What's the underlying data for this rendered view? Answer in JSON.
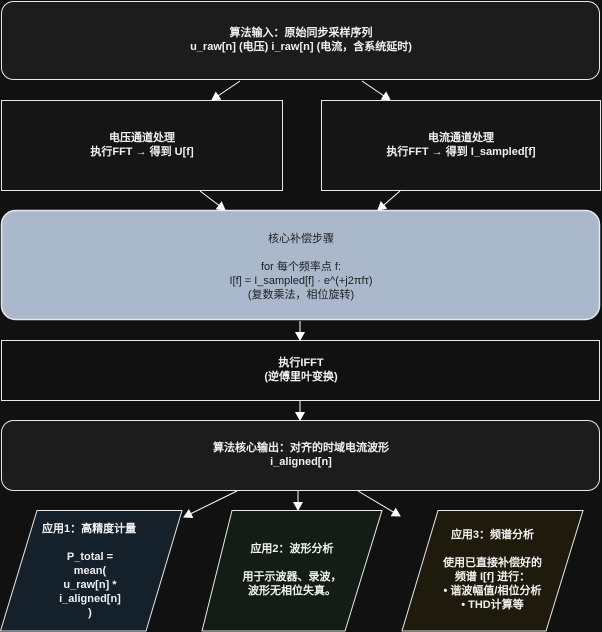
{
  "nodes": {
    "input": {
      "line1": "算法输入：原始同步采样序列",
      "line2": "u_raw[n] (电压) i_raw[n] (电流，含系统延时)"
    },
    "voltage": {
      "line1": "电压通道处理",
      "line2": "执行FFT → 得到 U[f]"
    },
    "current": {
      "line1": "电流通道处理",
      "line2": "执行FFT → 得到 I_sampled[f]"
    },
    "core": {
      "title": "核心补偿步骤",
      "line1": "for 每个频率点 f:",
      "line2": "I[f] = I_sampled[f] · e^(+j2πfτ)",
      "line3": "(复数乘法，相位旋转)"
    },
    "ifft": {
      "line1": "执行IFFT",
      "line2": "(逆傅里叶变换)"
    },
    "output": {
      "line1": "算法核心输出：对齐的时域电流波形",
      "line2": "i_aligned[n]"
    },
    "app1": {
      "title": "应用1：高精度计量",
      "body": "P_total =\nmean(\nu_raw[n] *\ni_aligned[n]\n)"
    },
    "app2": {
      "title": "应用2：波形分析",
      "body": "用于示波器、录波，\n波形无相位失真。"
    },
    "app3": {
      "title": "应用3：频谱分析",
      "body": "使用已直接补偿好的\n频谱 I[f] 进行：\n• 谐波幅值/相位分析\n• THD计算等"
    }
  },
  "colors": {
    "background": "#111111",
    "core_fill": "#a9b8cb",
    "app1_fill": "#14202a",
    "app2_fill": "#131d15",
    "app3_fill": "#1e1a0c"
  }
}
